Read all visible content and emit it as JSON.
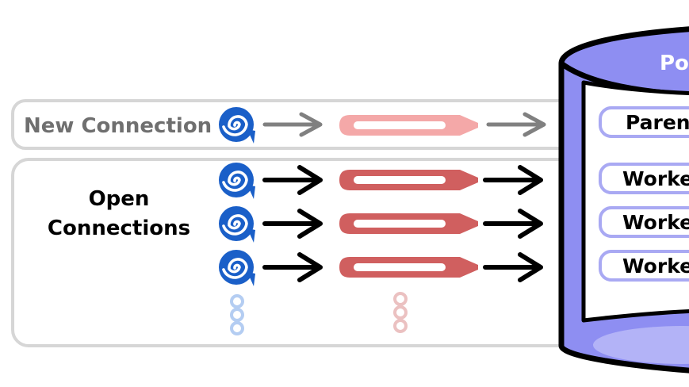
{
  "new_connection": {
    "label": "New Connection"
  },
  "open_connections": {
    "label_line1": "Open",
    "label_line2": "Connections"
  },
  "postgres": {
    "title": "Po",
    "processes": [
      "Paren",
      "Worke",
      "Worke",
      "Worke"
    ]
  },
  "colors": {
    "blue_icon": "#1a5fc8",
    "pipe": "#d05f5f",
    "pipe_faded": "#f4a8a8",
    "db_fill": "#8e8ef2",
    "db_light": "#b3b3f7",
    "process_border": "#a9a9f3",
    "panel_border": "#d6d6d6",
    "label_gray": "#6f6f6f"
  }
}
